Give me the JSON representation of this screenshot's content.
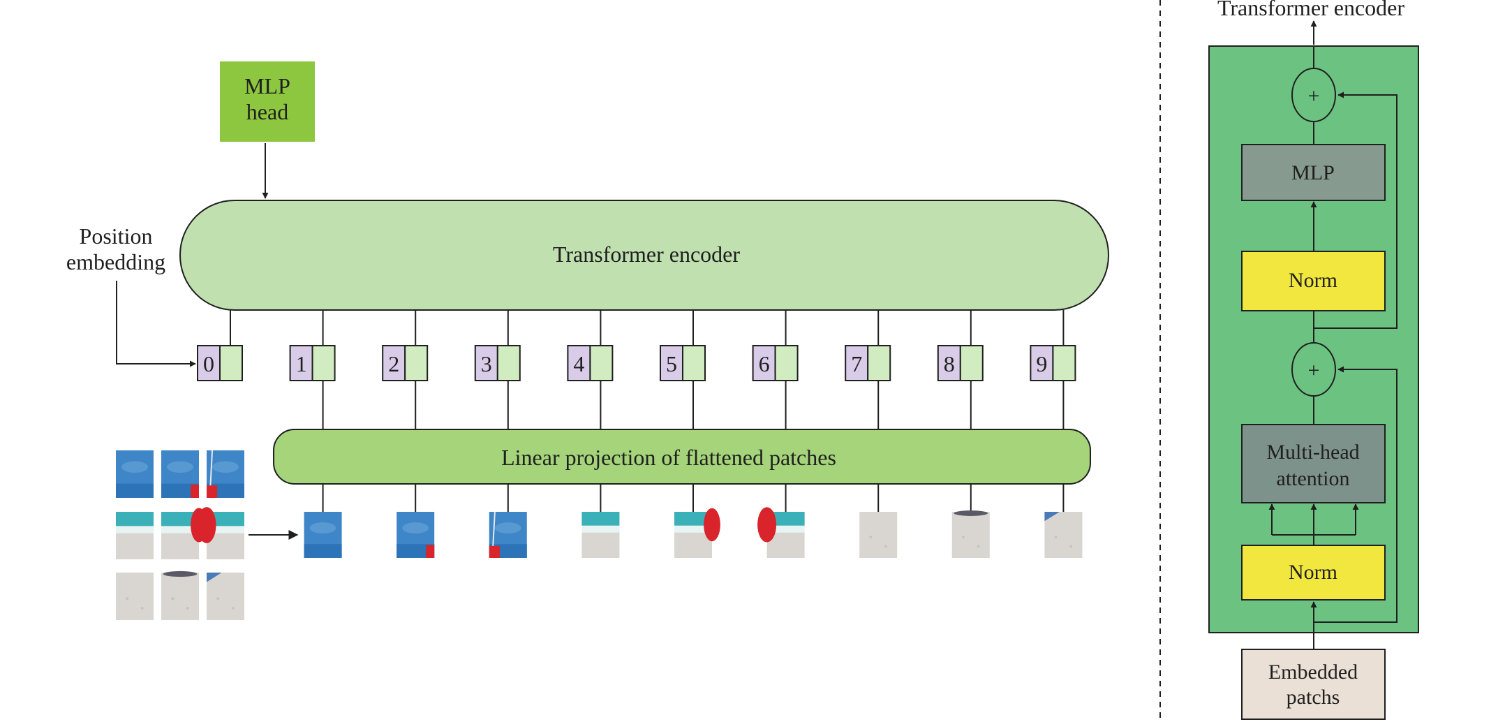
{
  "main": {
    "mlp_head_line1": "MLP",
    "mlp_head_line2": "head",
    "position_embedding_line1": "Position",
    "position_embedding_line2": "embedding",
    "transformer_encoder_label": "Transformer encoder",
    "linear_projection_label": "Linear projection of flattened patches",
    "token_numbers": [
      "0",
      "1",
      "2",
      "3",
      "4",
      "5",
      "6",
      "7",
      "8",
      "9"
    ]
  },
  "detail": {
    "top_output_label": "Transformer encoder",
    "plus_symbol": "+",
    "mlp_label": "MLP",
    "norm_top_label": "Norm",
    "mha_line1": "Multi-head",
    "mha_line2": "attention",
    "norm_bottom_label": "Norm",
    "embedded_line1": "Embedded",
    "embedded_line2": "patchs"
  },
  "colors": {
    "mlp_head_green": "#8dc63f",
    "encoder_light_green": "#c0e0b0",
    "projection_green": "#a5d47a",
    "token_lavender": "#d8cce8",
    "token_green": "#d0ecc0",
    "block_green": "#6cc381",
    "mlp_gray": "#869a90",
    "norm_yellow": "#f2e73f",
    "mha_gray": "#7d928a",
    "embedded_beige": "#eae0d6",
    "sky_blue": "#3f86c8",
    "sea_teal": "#3ab0b8",
    "sand": "#d9d6d2",
    "balloon_red": "#d8242a"
  }
}
